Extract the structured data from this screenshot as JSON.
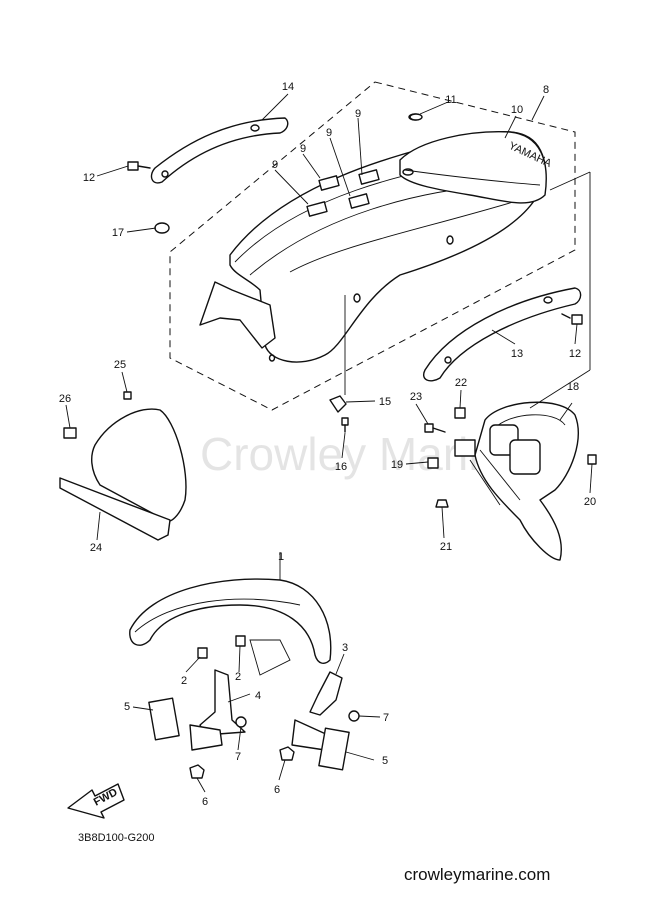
{
  "diagram": {
    "drawing_code": "3B8D100-G200",
    "site_brand": "crowleymarine.com",
    "watermark": "Crowley Marine",
    "fwd_label": "FWD",
    "seat_logo": "YAMAHA",
    "part_callouts": [
      "1",
      "2",
      "2",
      "3",
      "4",
      "5",
      "5",
      "6",
      "6",
      "7",
      "7",
      "8",
      "9",
      "9",
      "9",
      "9",
      "10",
      "11",
      "12",
      "12",
      "13",
      "14",
      "15",
      "16",
      "17",
      "18",
      "19",
      "20",
      "21",
      "22",
      "23",
      "24",
      "25",
      "26"
    ]
  }
}
